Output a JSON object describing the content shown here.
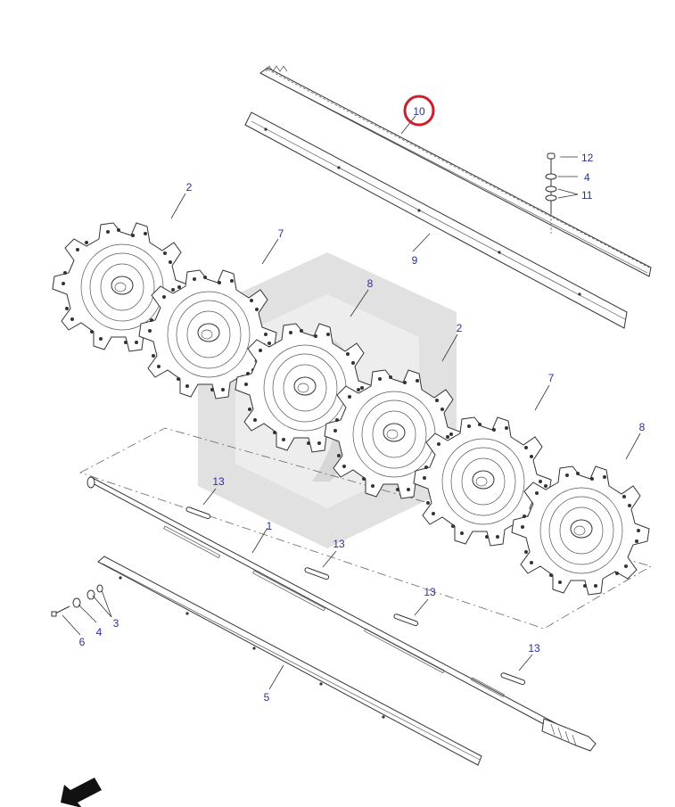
{
  "colors": {
    "callout_text": "#2b2f9e",
    "highlight_ring": "#cc1f2a",
    "watermark": "#bdbdbd",
    "line": "#333333"
  },
  "icons": {
    "direction_arrow": "arrow-down-left-icon",
    "watermark": "brand-watermark-icon"
  },
  "highlighted_callout": "10",
  "callouts": {
    "c1": "1",
    "c2a": "2",
    "c2b": "2",
    "c3": "3",
    "c4a": "4",
    "c4b": "4",
    "c5": "5",
    "c6": "6",
    "c7a": "7",
    "c7b": "7",
    "c8a": "8",
    "c8b": "8",
    "c9": "9",
    "c10": "10",
    "c11": "11",
    "c12": "12",
    "c13a": "13",
    "c13b": "13",
    "c13c": "13",
    "c13d": "13"
  }
}
